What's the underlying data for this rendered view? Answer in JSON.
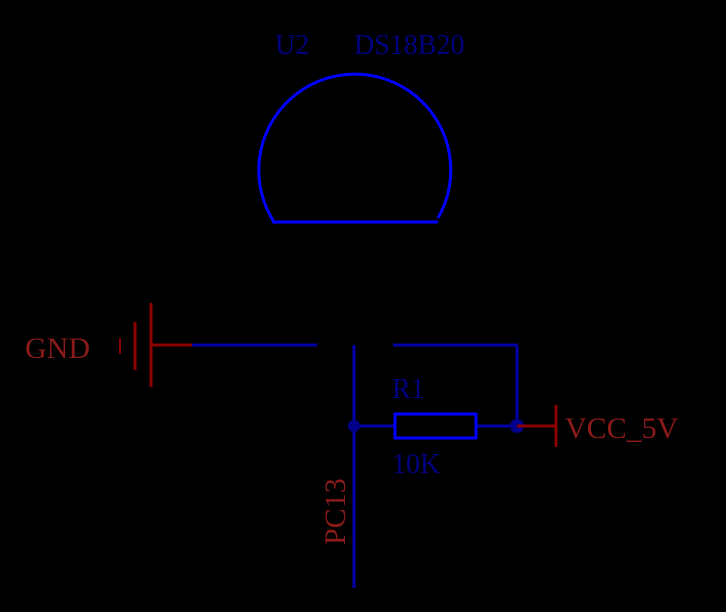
{
  "component": {
    "designator": "U2",
    "part_number": "DS18B20"
  },
  "resistor": {
    "designator": "R1",
    "value": "10K"
  },
  "nets": {
    "ground": "GND",
    "power": "VCC_5V",
    "signal": "PC13"
  },
  "colors": {
    "background": "#000000",
    "component_outline": "#0000ff",
    "wire": "#0000a8",
    "component_label": "#000080",
    "power_symbol": "#8b0000",
    "net_label": "#8b1a1a",
    "junction": "#00008b"
  }
}
